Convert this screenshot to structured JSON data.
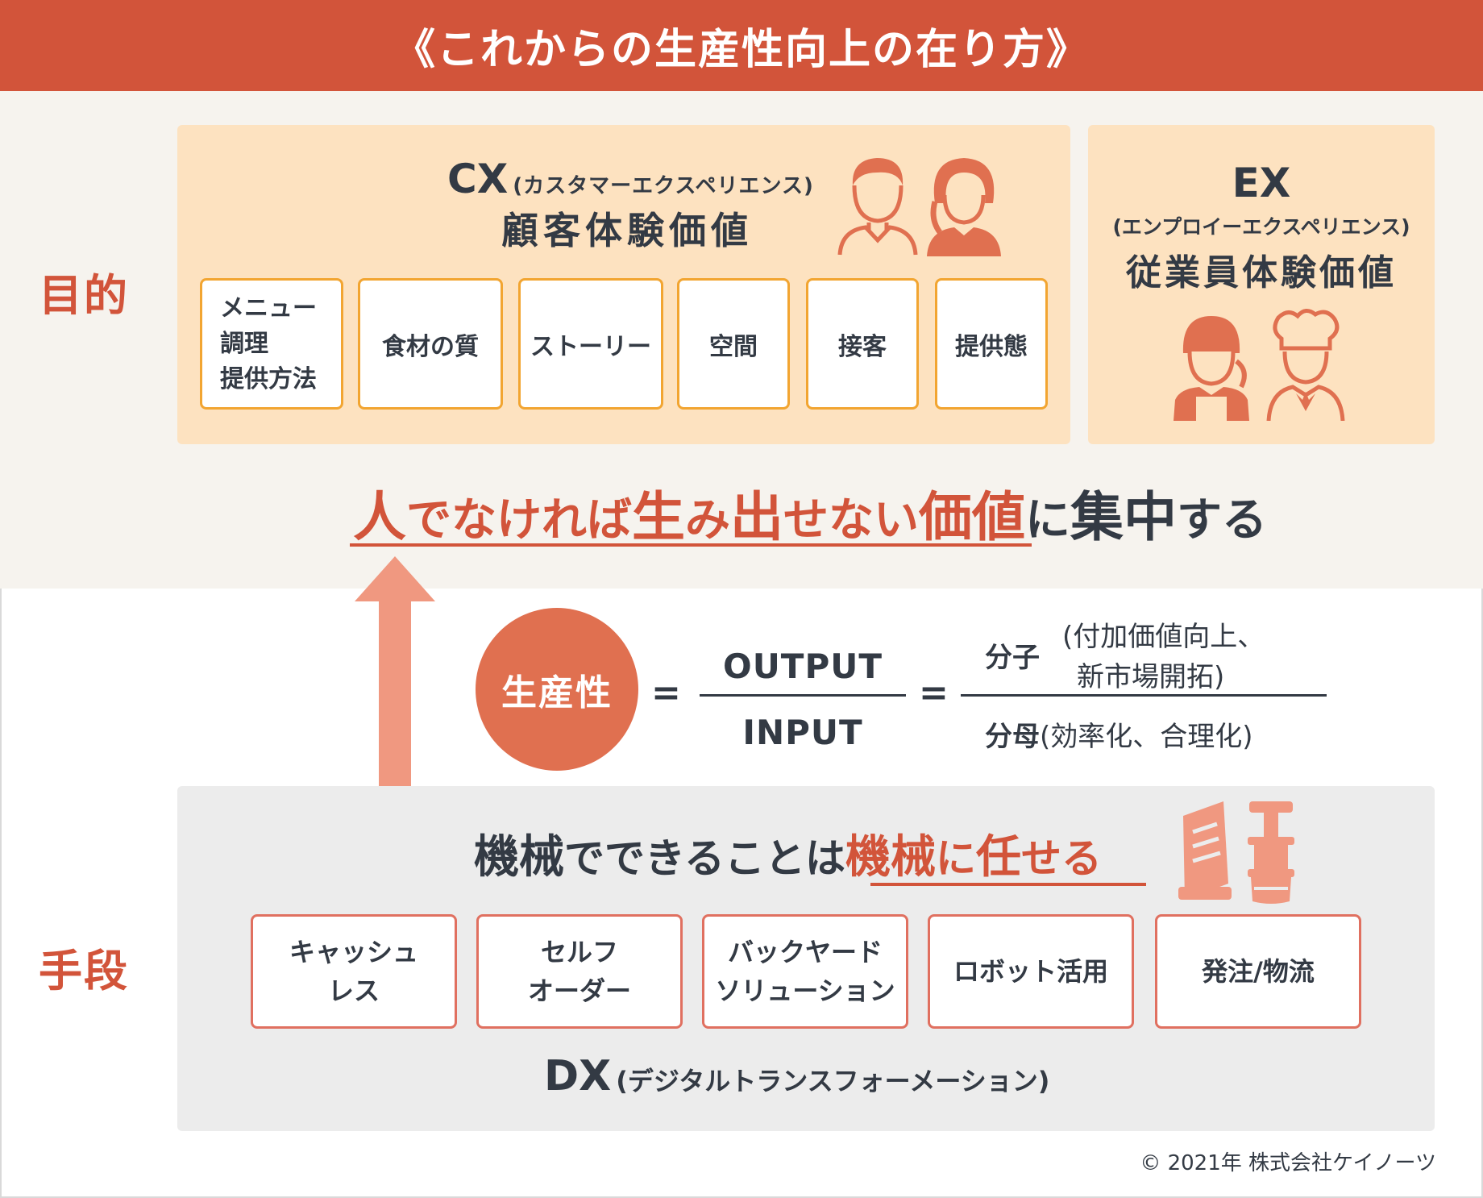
{
  "title": "《これからの生産性向上の在り方》",
  "labels": {
    "purpose": "目的",
    "means": "手段"
  },
  "cx": {
    "abbr": "CX",
    "english": "(カスタマーエクスペリエンス)",
    "japanese": "顧客体験価値",
    "items": [
      "メニュー\n調理\n提供方法",
      "食材の質",
      "ストーリー",
      "空間",
      "接客",
      "提供態"
    ]
  },
  "ex": {
    "abbr": "EX",
    "english": "(エンプロイーエクスペリエンス)",
    "japanese": "従業員体験価値"
  },
  "focus": {
    "p1": "人",
    "p2": "でなければ",
    "p3": "生",
    "p4": "み",
    "p5": "出",
    "p6": "せない",
    "p7": "価値",
    "p8": "に",
    "p9": "集中",
    "p10": "する"
  },
  "formula": {
    "productivity": "生産性",
    "equals": "=",
    "output": "OUTPUT",
    "input": "INPUT",
    "numerator_label": "分子",
    "numerator_note_1": "(付加価値向上、",
    "numerator_note_2": "新市場開拓)",
    "denominator_label": "分母",
    "denominator_note": "(効率化、合理化)"
  },
  "machine": {
    "p1": "機械",
    "p2": "でできることは",
    "p3": "機械",
    "p4": "に",
    "p5": "任",
    "p6": "せる"
  },
  "dx": {
    "abbr": "DX",
    "english": "(デジタルトランスフォーメーション)",
    "items": [
      "キャッシュ\nレス",
      "セルフ\nオーダー",
      "バックヤード\nソリューション",
      "ロボット活用",
      "発注/物流"
    ]
  },
  "copyright": "© 2021年 株式会社ケイノーツ",
  "icons": [
    "customer-man-icon",
    "customer-woman-icon",
    "staff-woman-icon",
    "chef-icon",
    "robot-tower-icon",
    "serving-robot-icon"
  ],
  "colors": {
    "accent": "#d2543a",
    "panel": "#fde2c0",
    "item_border": "#f2a531",
    "arrow": "#f09880",
    "dx_border": "#e07060"
  }
}
